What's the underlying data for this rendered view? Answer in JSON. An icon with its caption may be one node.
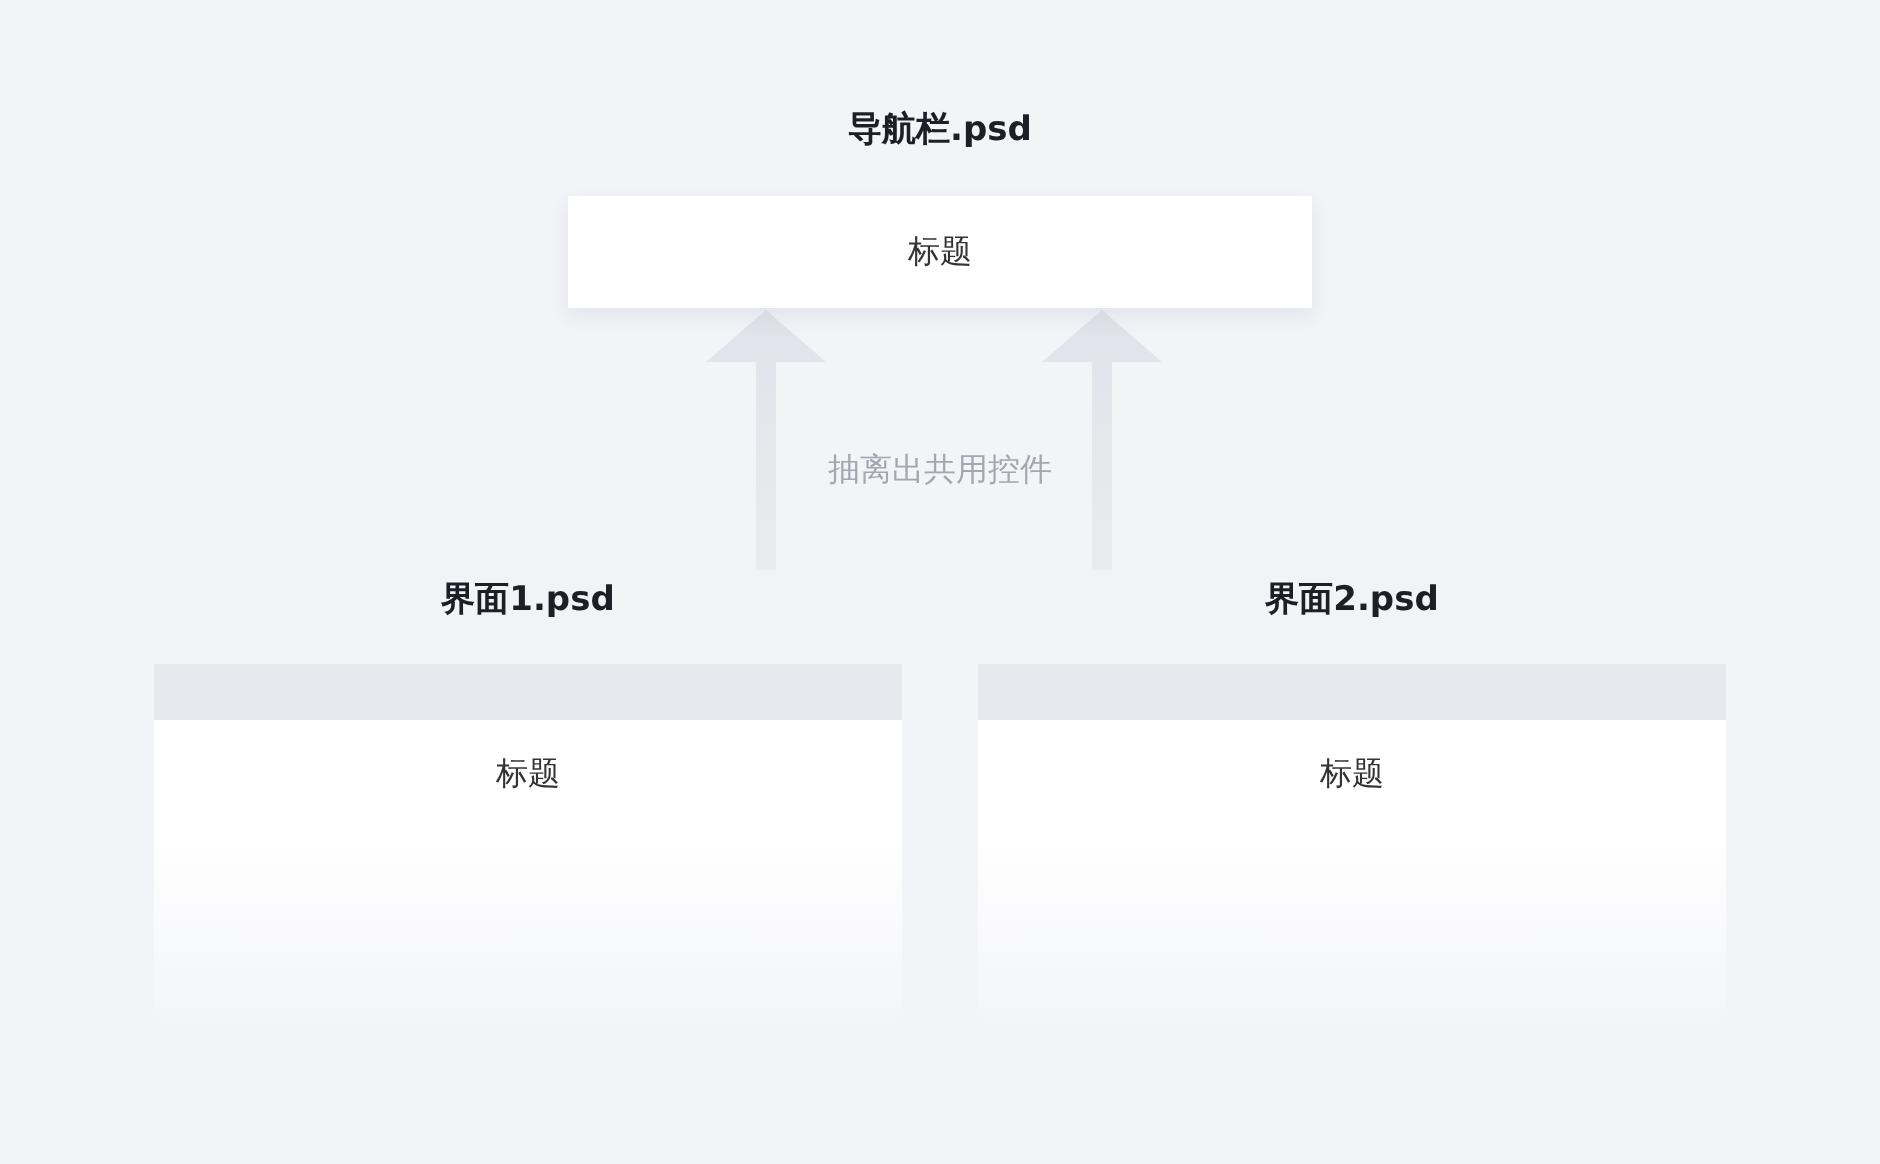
{
  "diagram": {
    "nodes": [
      {
        "text": [
          "导航栏.psd",
          "标题"
        ]
      },
      {
        "text": [
          "界面1.psd"
        ]
      },
      {
        "text": [
          "标题"
        ],
        "in": 1
      },
      {
        "text": [
          "界面2.psd"
        ]
      },
      {
        "text": [
          "标题"
        ],
        "in": 3
      }
    ],
    "edges": [
      {
        "from": 1,
        "to": 0,
        "arrow": "to"
      },
      {
        "from": 3,
        "to": 0,
        "arrow": "to"
      }
    ],
    "labels": [
      "抽离出共用控件"
    ]
  }
}
